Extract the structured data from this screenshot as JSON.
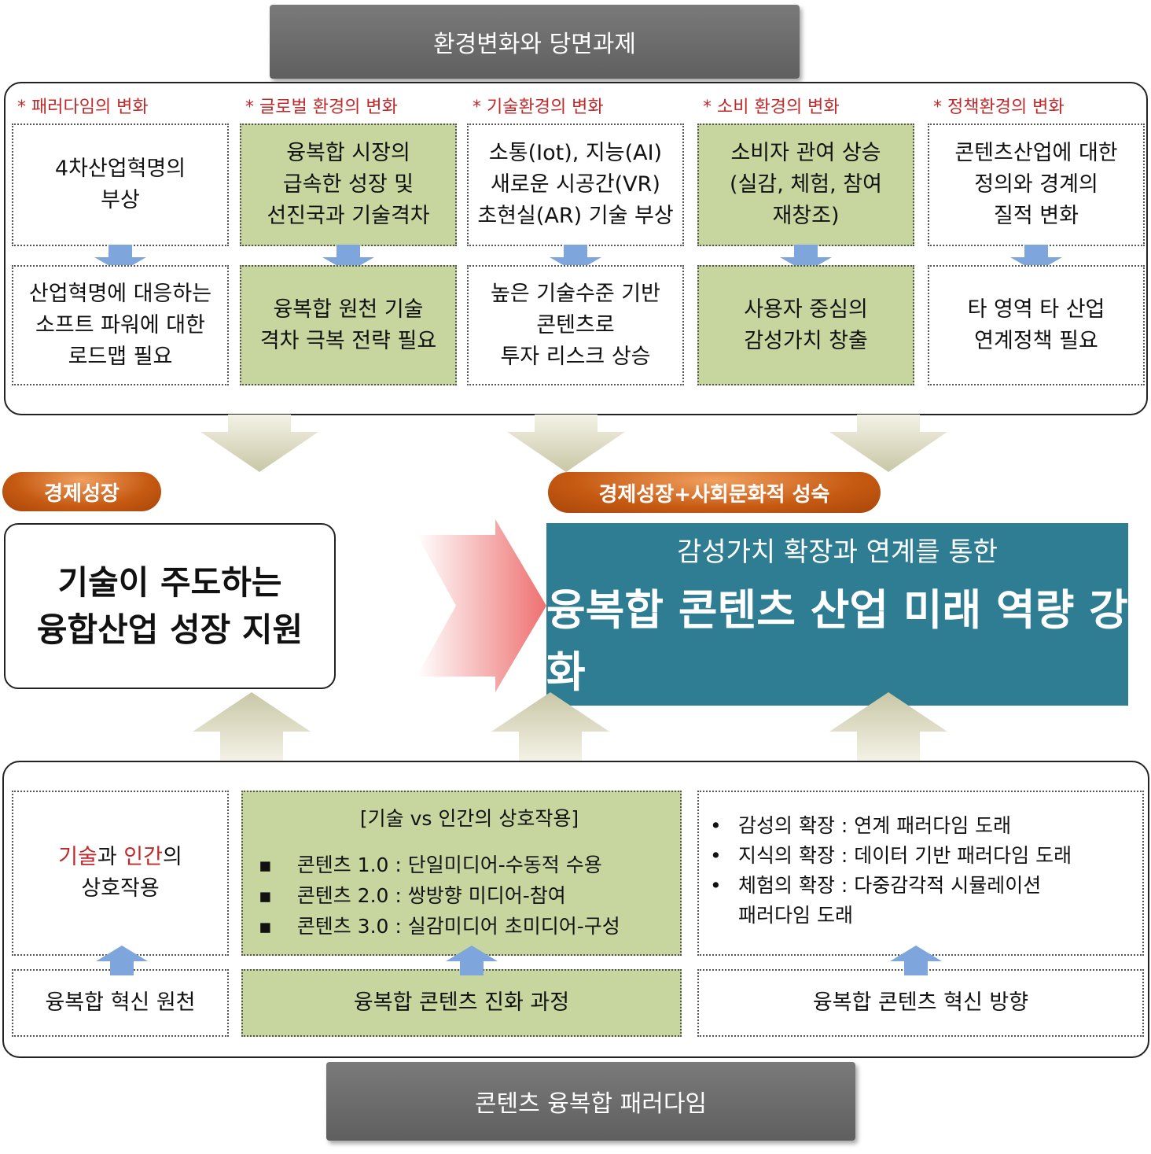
{
  "top_title": "환경변화와 당면과제",
  "columns": [
    {
      "label": "* 패러다임의 변화",
      "upper": "4차산업혁명의\n부상",
      "lower": "산업혁명에 대응하는\n소프트 파워에 대한\n로드맵 필요",
      "green": false
    },
    {
      "label": "* 글로벌 환경의 변화",
      "upper": "융복합 시장의\n급속한 성장 및\n선진국과 기술격차",
      "lower": "융복합 원천 기술\n격차 극복 전략 필요",
      "green": true
    },
    {
      "label": "* 기술환경의 변화",
      "upper": "소통(Iot), 지능(AI)\n새로운 시공간(VR)\n초현실(AR) 기술 부상",
      "lower": "높은 기술수준 기반\n콘텐츠로\n투자 리스크 상승",
      "green": false
    },
    {
      "label": "* 소비 환경의 변화",
      "upper": "소비자 관여 상승\n(실감, 체험, 참여\n재창조)",
      "lower": "사용자 중심의\n감성가치 창출",
      "green": true
    },
    {
      "label": "* 정책환경의 변화",
      "upper": "콘텐츠산업에 대한\n정의와 경계의\n질적 변화",
      "lower": "타 영역 타 산업\n연계정책 필요",
      "green": false
    }
  ],
  "pill_left": "경제성장",
  "pill_right": "경제성장+사회문화적 성숙",
  "left_box": "기술이 주도하는\n융합산업 성장 지원",
  "goal": {
    "subtitle": "감성가치 확장과 연계를 통한",
    "title": "융복합 콘텐츠 산업 미래 역량 강화"
  },
  "bottom": {
    "col1": {
      "part1": "기술",
      "part2": "과 ",
      "part3": "인간",
      "part4": "의",
      "line2": "상호작용",
      "footer": "융복합 혁신 원천"
    },
    "col2": {
      "heading": "[기술 vs 인간의 상호작용]",
      "items": [
        "콘텐츠 1.0 :  단일미디어-수동적 수용",
        "콘텐츠 2.0 : 쌍방향 미디어-참여",
        "콘텐츠 3.0 : 실감미디어 초미디어-구성"
      ],
      "footer": "융복합 콘텐츠 진화 과정"
    },
    "col3": {
      "items": [
        "감성의 확장 : 연계 패러다임 도래",
        "지식의 확장 : 데이터 기반 패러다임 도래",
        "체험의 확장 : 다중감각적 시뮬레이션\n패러다임 도래"
      ],
      "footer": "융복합 콘텐츠 혁신 방향"
    }
  },
  "bottom_title": "콘텐츠 융복합 패러다임",
  "colors": {
    "green": "#c6d69e",
    "teal": "#2f7d93",
    "label_red": "#c0282a",
    "orange": "#c65a12"
  }
}
